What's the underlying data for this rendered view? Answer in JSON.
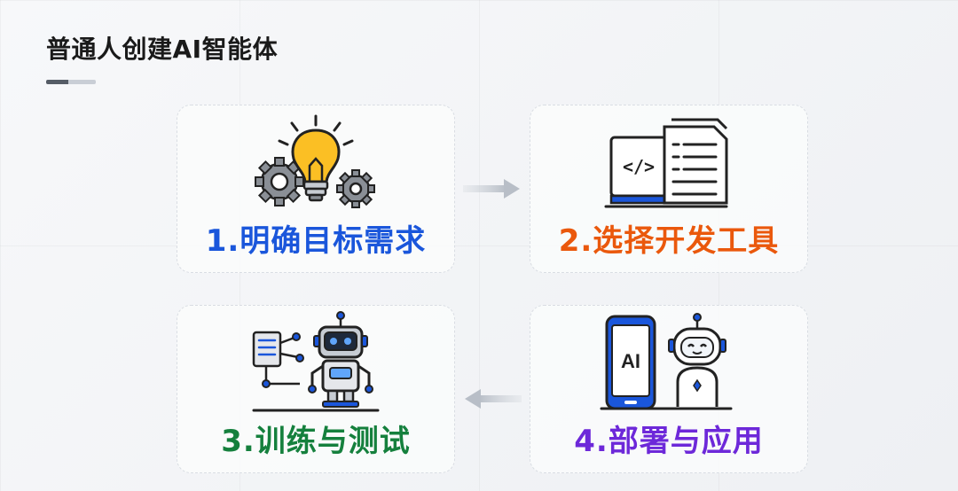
{
  "title": "普通人创建AI智能体",
  "steps": [
    {
      "label": "1.明确目标需求",
      "color": "#1a56db",
      "icon": "lightbulb-gears-icon"
    },
    {
      "label": "2.选择开发工具",
      "color": "#ea580c",
      "icon": "code-document-icon"
    },
    {
      "label": "3.训练与测试",
      "color": "#15803d",
      "icon": "robot-training-icon"
    },
    {
      "label": "4.部署与应用",
      "color": "#6d28d9",
      "icon": "phone-ai-robot-icon"
    }
  ],
  "phone_screen_text": "AI",
  "code_glyph": "</>",
  "arrow_icons": [
    "arrow-right-icon",
    "arrow-left-icon"
  ]
}
